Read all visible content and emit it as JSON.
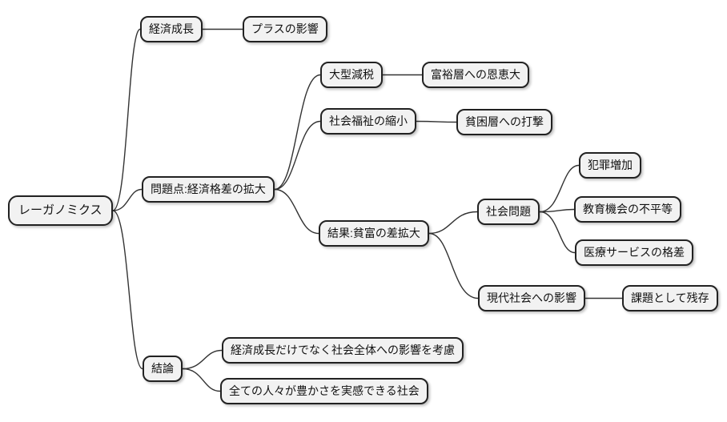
{
  "diagram": {
    "type": "mindmap",
    "root_id": "root"
  },
  "colors": {
    "background": "#ffffff",
    "node_fill": "#f2f2f2",
    "node_border": "#222222",
    "line": "#333333",
    "text": "#111111"
  },
  "nodes": [
    {
      "id": "root",
      "label": "レーガノミクス"
    },
    {
      "id": "keizai-seicho",
      "label": "経済成長"
    },
    {
      "id": "plus-eikyo",
      "label": "プラスの影響"
    },
    {
      "id": "mondaiten",
      "label": "問題点:経済格差の拡大"
    },
    {
      "id": "ogata-genzei",
      "label": "大型減税"
    },
    {
      "id": "fuyuso",
      "label": "富裕層への恩恵大"
    },
    {
      "id": "shakai-fukushi",
      "label": "社会福祉の縮小"
    },
    {
      "id": "hinkonso",
      "label": "貧困層への打撃"
    },
    {
      "id": "kekka",
      "label": "結果:貧富の差拡大"
    },
    {
      "id": "shakai-mondai",
      "label": "社会問題"
    },
    {
      "id": "hanzai",
      "label": "犯罪増加"
    },
    {
      "id": "kyoiku",
      "label": "教育機会の不平等"
    },
    {
      "id": "iryo",
      "label": "医療サービスの格差"
    },
    {
      "id": "gendai-shakai",
      "label": "現代社会への影響"
    },
    {
      "id": "kadai",
      "label": "課題として残存"
    },
    {
      "id": "ketsuron",
      "label": "結論"
    },
    {
      "id": "koryo",
      "label": "経済成長だけでなく社会全体への影響を考慮"
    },
    {
      "id": "yutakasa",
      "label": "全ての人々が豊かさを実感できる社会"
    }
  ],
  "edges": [
    [
      "root",
      "keizai-seicho"
    ],
    [
      "keizai-seicho",
      "plus-eikyo"
    ],
    [
      "root",
      "mondaiten"
    ],
    [
      "mondaiten",
      "ogata-genzei"
    ],
    [
      "ogata-genzei",
      "fuyuso"
    ],
    [
      "mondaiten",
      "shakai-fukushi"
    ],
    [
      "shakai-fukushi",
      "hinkonso"
    ],
    [
      "mondaiten",
      "kekka"
    ],
    [
      "kekka",
      "shakai-mondai"
    ],
    [
      "shakai-mondai",
      "hanzai"
    ],
    [
      "shakai-mondai",
      "kyoiku"
    ],
    [
      "shakai-mondai",
      "iryo"
    ],
    [
      "kekka",
      "gendai-shakai"
    ],
    [
      "gendai-shakai",
      "kadai"
    ],
    [
      "root",
      "ketsuron"
    ],
    [
      "ketsuron",
      "koryo"
    ],
    [
      "ketsuron",
      "yutakasa"
    ]
  ]
}
